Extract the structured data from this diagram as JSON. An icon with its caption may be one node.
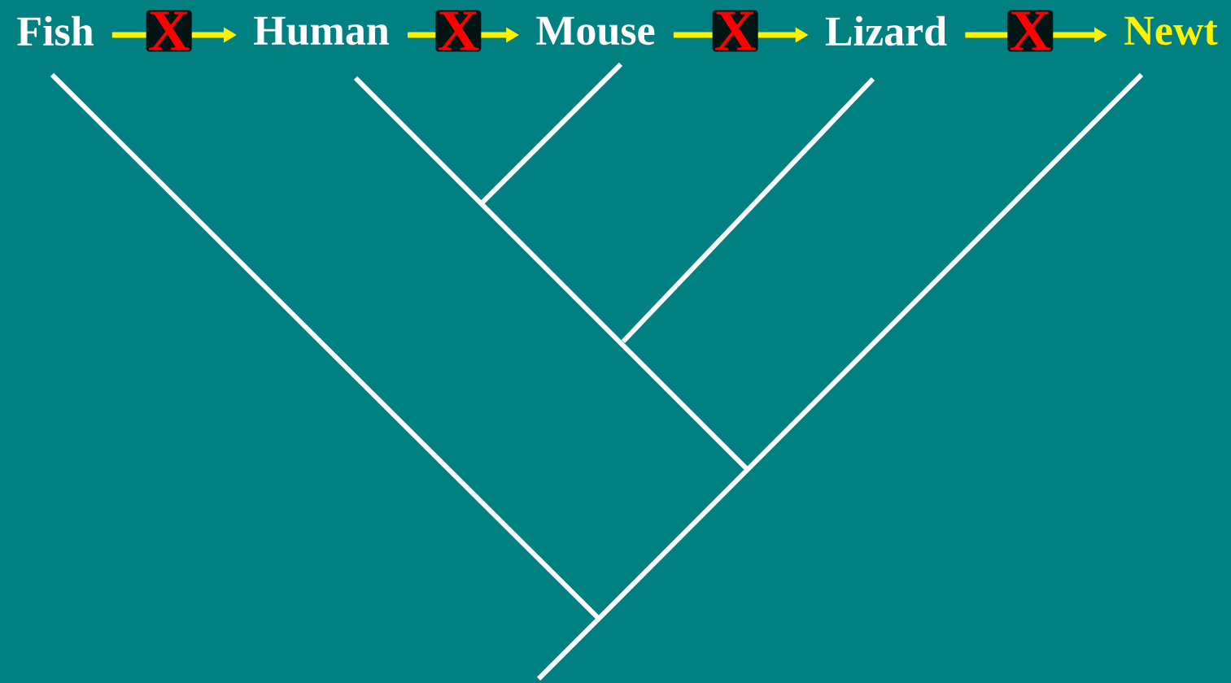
{
  "diagram": {
    "nodes": [
      {
        "text": [
          "Fish"
        ]
      },
      {
        "text": [
          "Human"
        ]
      },
      {
        "text": [
          "Mouse"
        ]
      },
      {
        "text": [
          "Lizard"
        ]
      },
      {
        "text": [
          "Newt"
        ]
      }
    ],
    "edges": [
      {
        "from": 0,
        "to": 1,
        "arrow": "to",
        "label": "X"
      },
      {
        "from": 1,
        "to": 2,
        "arrow": "to",
        "label": "X"
      },
      {
        "from": 2,
        "to": 3,
        "arrow": "to",
        "label": "X"
      },
      {
        "from": 3,
        "to": 4,
        "arrow": "to",
        "label": "X"
      }
    ]
  }
}
